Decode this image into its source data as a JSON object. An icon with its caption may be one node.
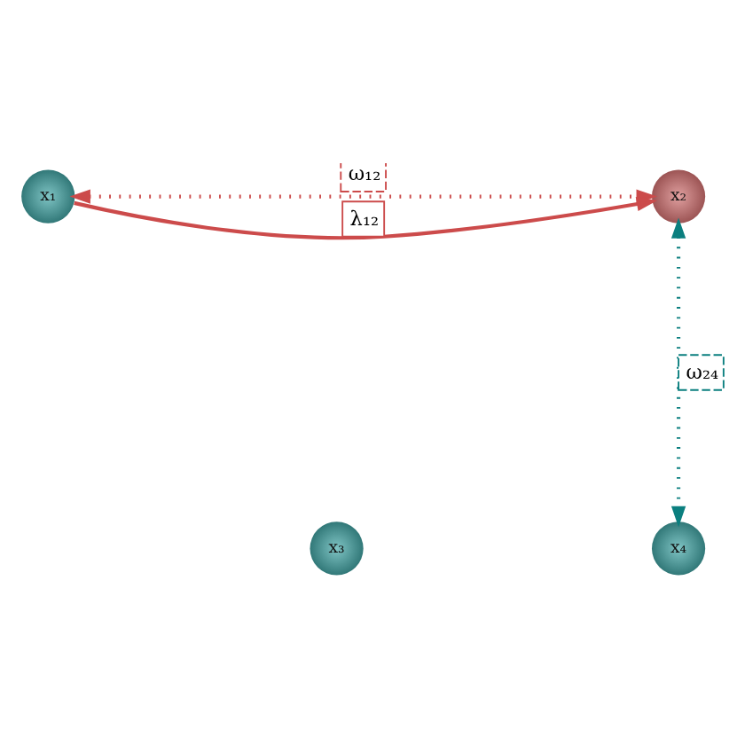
{
  "diagram": {
    "nodes": [
      {
        "text": [
          "x₁"
        ]
      },
      {
        "text": [
          "x₂"
        ]
      },
      {
        "text": [
          "x₃"
        ]
      },
      {
        "text": [
          "x₄"
        ]
      }
    ],
    "edges": [
      {
        "from": 0,
        "to": 1,
        "arrow": "both",
        "label": "ω₁₂",
        "style": "dashed",
        "color": "#cc4b4b"
      },
      {
        "from": 0,
        "to": 1,
        "arrow": "to",
        "label": "λ₁₂",
        "color": "#cc4b4b"
      },
      {
        "from": 1,
        "to": 3,
        "arrow": "both",
        "label": "ω₂₄",
        "style": "dashed",
        "color": "#0b7f7f"
      }
    ]
  }
}
